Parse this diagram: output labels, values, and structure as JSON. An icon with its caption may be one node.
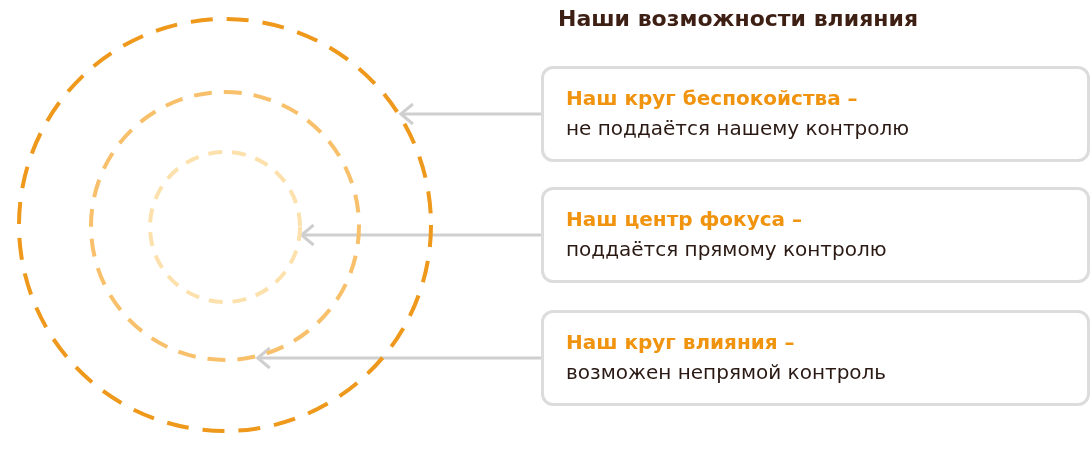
{
  "diagram": {
    "title": "Наши возможности влияния",
    "nodes": [
      {
        "text": [],
        "shape": "circle"
      },
      {
        "text": [],
        "shape": "circle",
        "in": 0
      },
      {
        "text": [],
        "shape": "circle",
        "in": 1
      },
      {
        "text": [
          "Наш круг беспокойства –",
          "не поддаётся нашему контролю"
        ]
      },
      {
        "text": [
          "Наш центр фокуса –",
          "поддаётся прямому контролю"
        ]
      },
      {
        "text": [
          "Наш круг влияния –",
          "возможен непрямой контроль"
        ]
      }
    ],
    "edges": [
      {
        "from": 3,
        "to": 0,
        "arrow": "to"
      },
      {
        "from": 4,
        "to": 2,
        "arrow": "to"
      },
      {
        "from": 5,
        "to": 1,
        "arrow": "to"
      }
    ]
  }
}
